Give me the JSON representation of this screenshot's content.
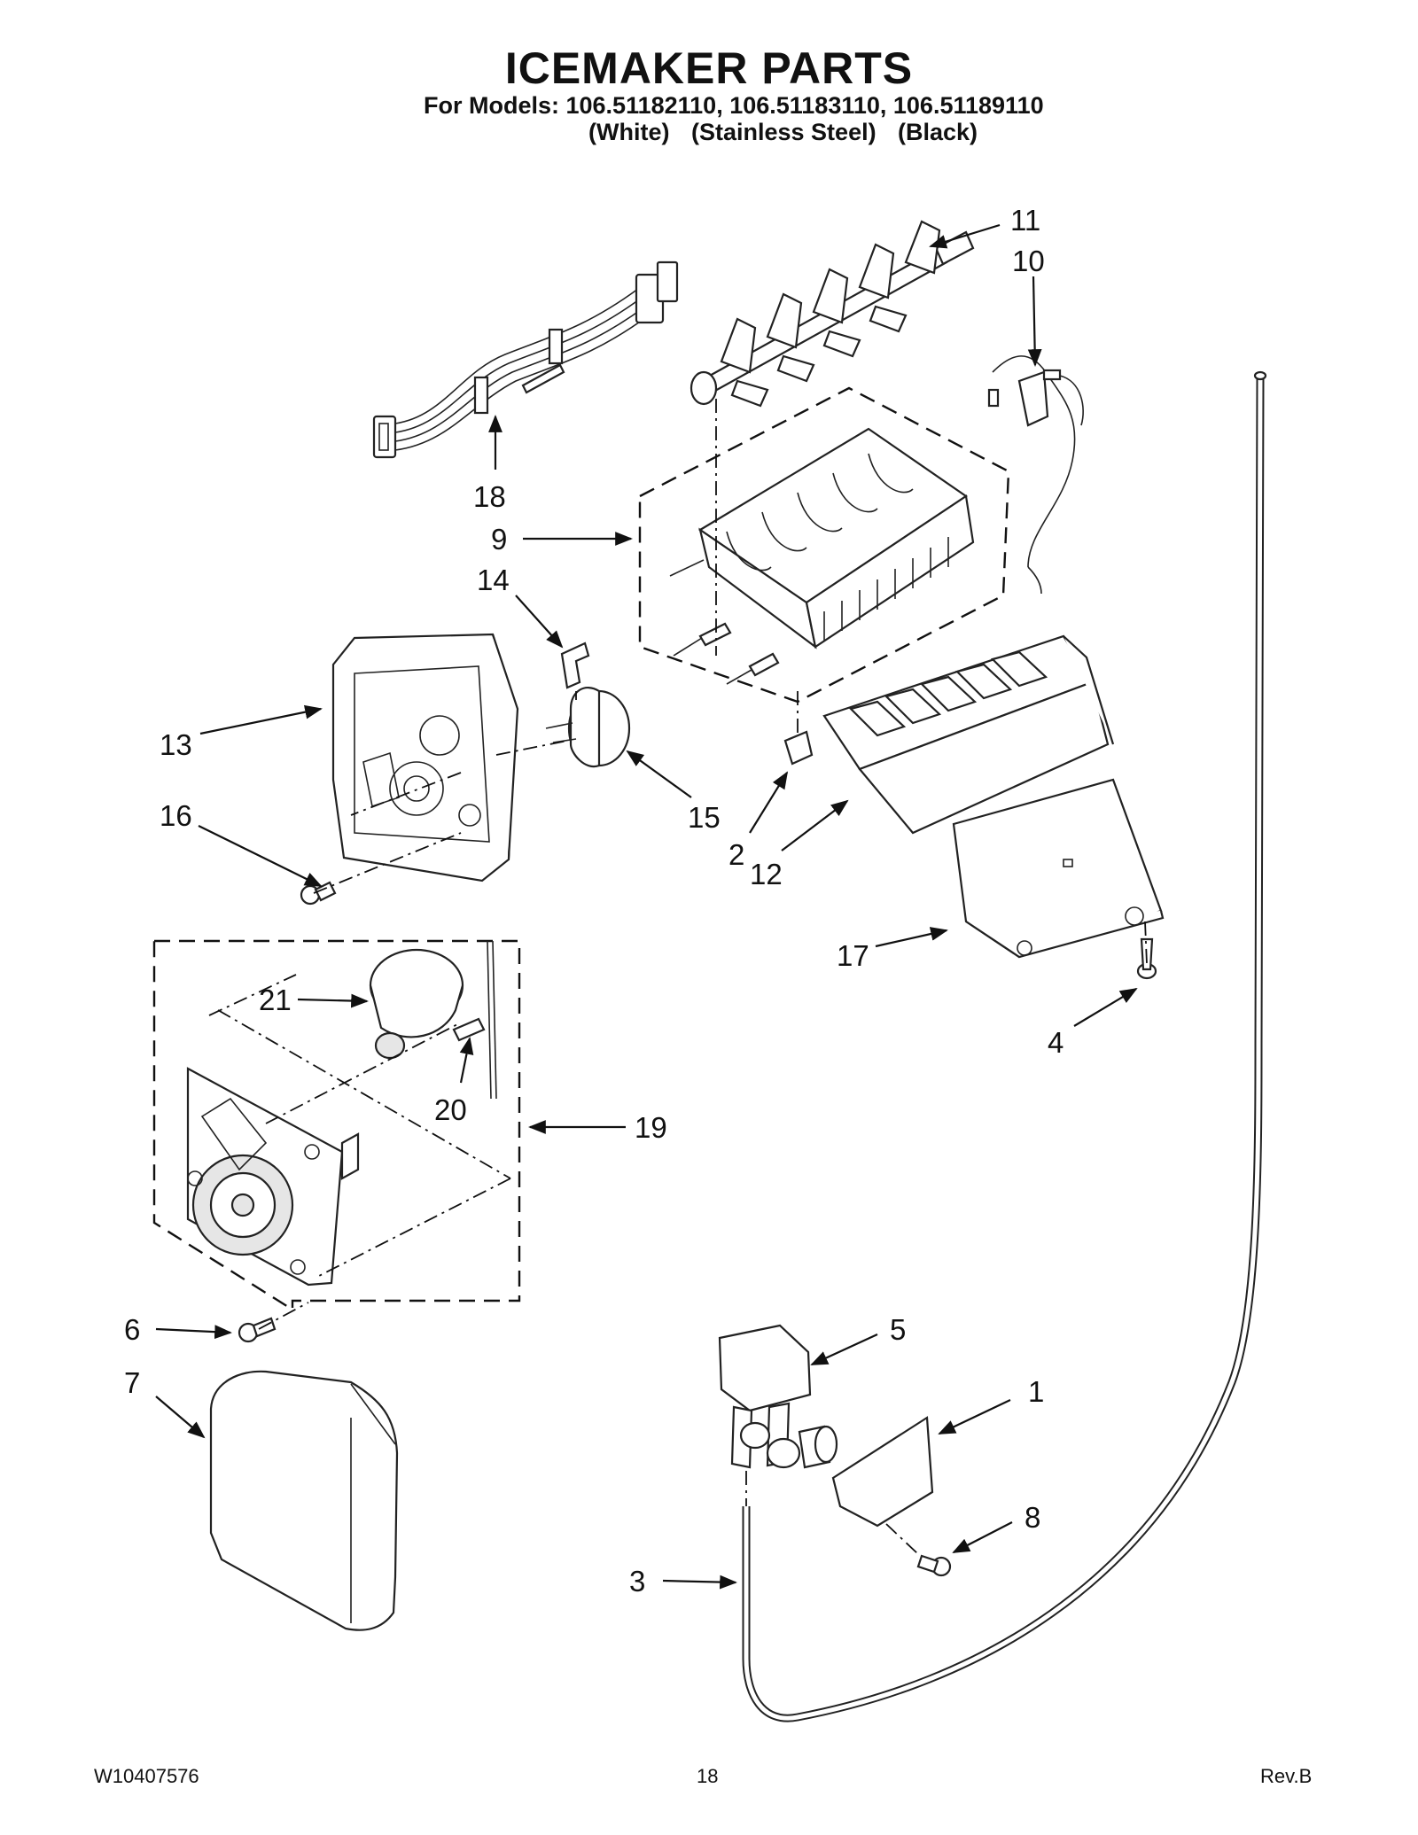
{
  "header": {
    "title": "ICEMAKER PARTS",
    "models_line": "For Models: 106.51182110, 106.51183110, 106.51189110",
    "colors": [
      "(White)",
      "(Stainless Steel)",
      "(Black)"
    ]
  },
  "callouts": [
    "1",
    "2",
    "3",
    "4",
    "5",
    "6",
    "7",
    "8",
    "9",
    "10",
    "11",
    "12",
    "13",
    "14",
    "15",
    "16",
    "17",
    "18",
    "19",
    "20",
    "21"
  ],
  "footer": {
    "doc_number": "W10407576",
    "page_number": "18",
    "revision": "Rev.B"
  }
}
